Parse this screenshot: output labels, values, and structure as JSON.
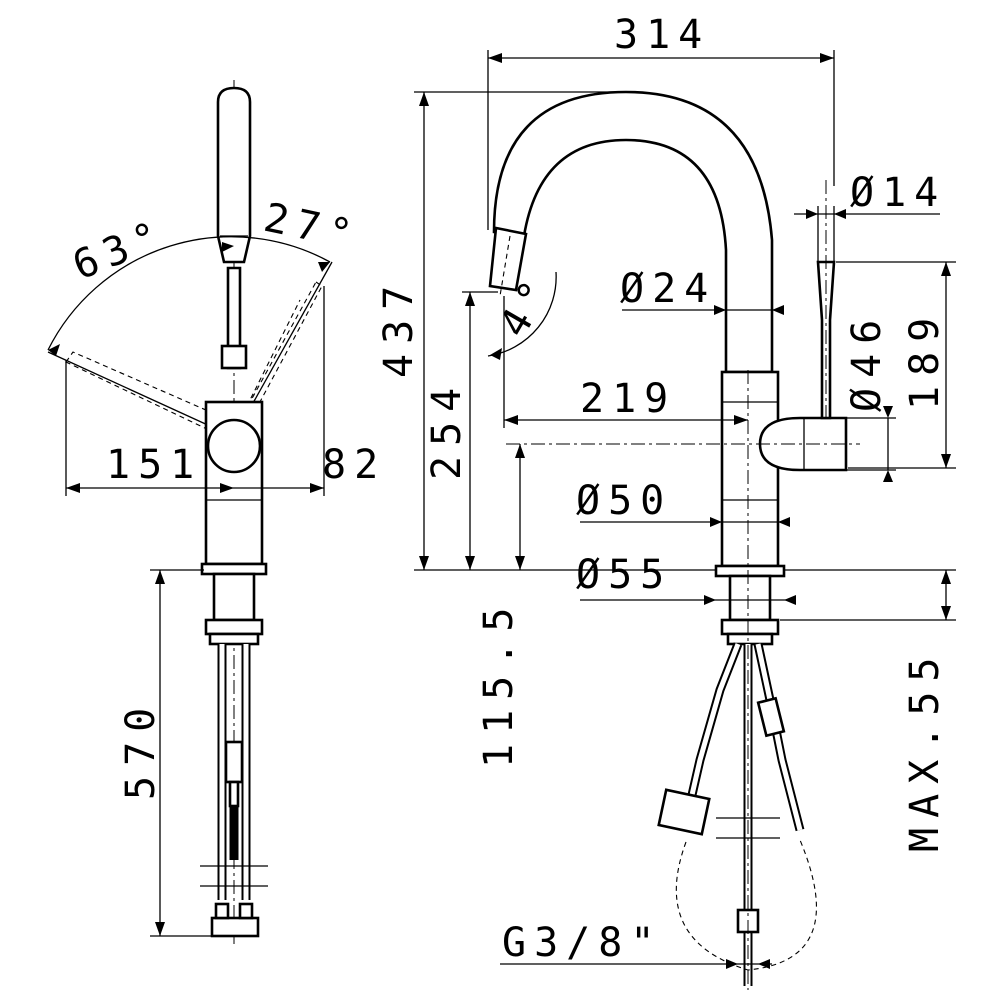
{
  "drawing": {
    "line_color": "#000000",
    "background": "#ffffff",
    "dimensions": {
      "width_overall": "314",
      "height_overall": "437",
      "spout_height": "254",
      "reach": "219",
      "lever_diameter": "Ø14",
      "spout_diameter": "Ø24",
      "handle_diameter": "Ø46",
      "lever_height": "189",
      "body_diameter": "Ø50",
      "base_diameter": "Ø55",
      "base_height": "115.5",
      "max_deck": "MAX.55",
      "hose_length": "570",
      "connection": "G3/8\"",
      "angle_left": "63°",
      "angle_right": "27°",
      "spout_tilt": "4°",
      "lever_left": "151",
      "lever_right": "82"
    }
  }
}
